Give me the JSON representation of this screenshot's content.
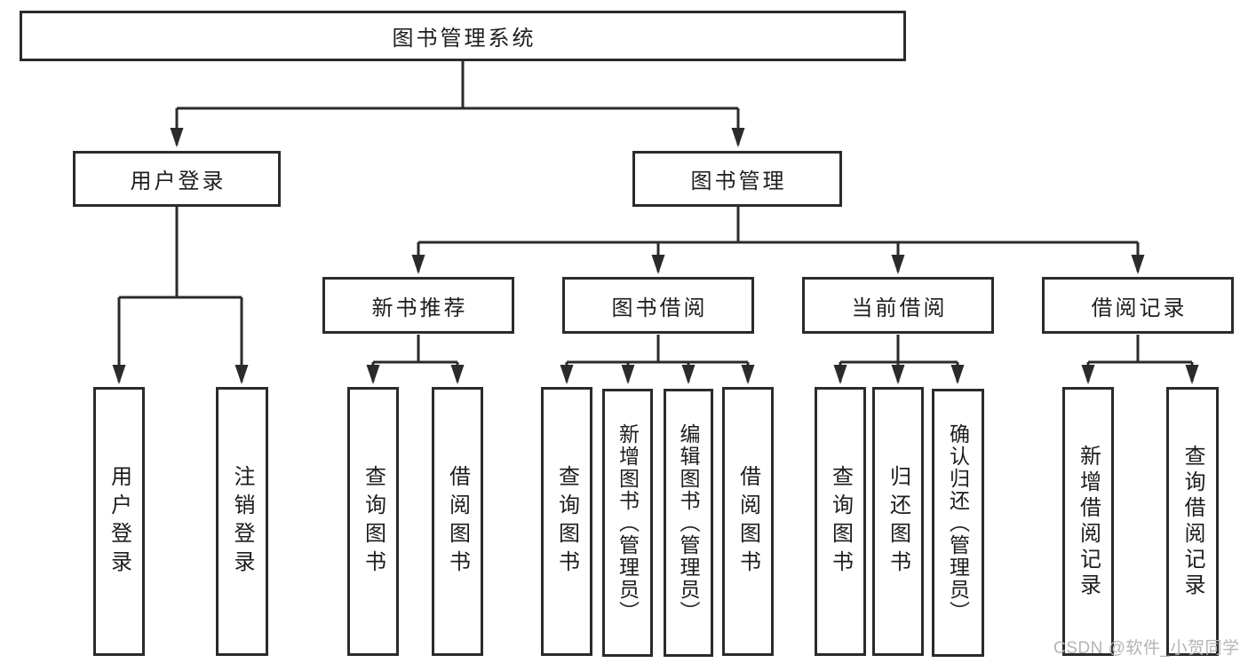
{
  "tree": {
    "label": "图书管理系统",
    "children": [
      {
        "label": "用户登录",
        "children": [
          {
            "label": "用户登录"
          },
          {
            "label": "注销登录"
          }
        ]
      },
      {
        "label": "图书管理",
        "children": [
          {
            "label": "新书推荐",
            "children": [
              {
                "label": "查询图书"
              },
              {
                "label": "借阅图书"
              }
            ]
          },
          {
            "label": "图书借阅",
            "children": [
              {
                "label": "查询图书"
              },
              {
                "label": "新增图书（管理员）"
              },
              {
                "label": "编辑图书（管理员）"
              },
              {
                "label": "借阅图书"
              }
            ]
          },
          {
            "label": "当前借阅",
            "children": [
              {
                "label": "查询图书"
              },
              {
                "label": "归还图书"
              },
              {
                "label": "确认归还（管理员）"
              }
            ]
          },
          {
            "label": "借阅记录",
            "children": [
              {
                "label": "新增借阅记录"
              },
              {
                "label": "查询借阅记录"
              }
            ]
          }
        ]
      }
    ]
  },
  "watermark": {
    "text": "CSDN @软件_小贺同学"
  },
  "colors": {
    "line": "#2b2b2b",
    "box_border": "#2b2b2b",
    "text": "#1d1d1d",
    "watermark_text": "#b4b4b4",
    "background": "#ffffff"
  }
}
